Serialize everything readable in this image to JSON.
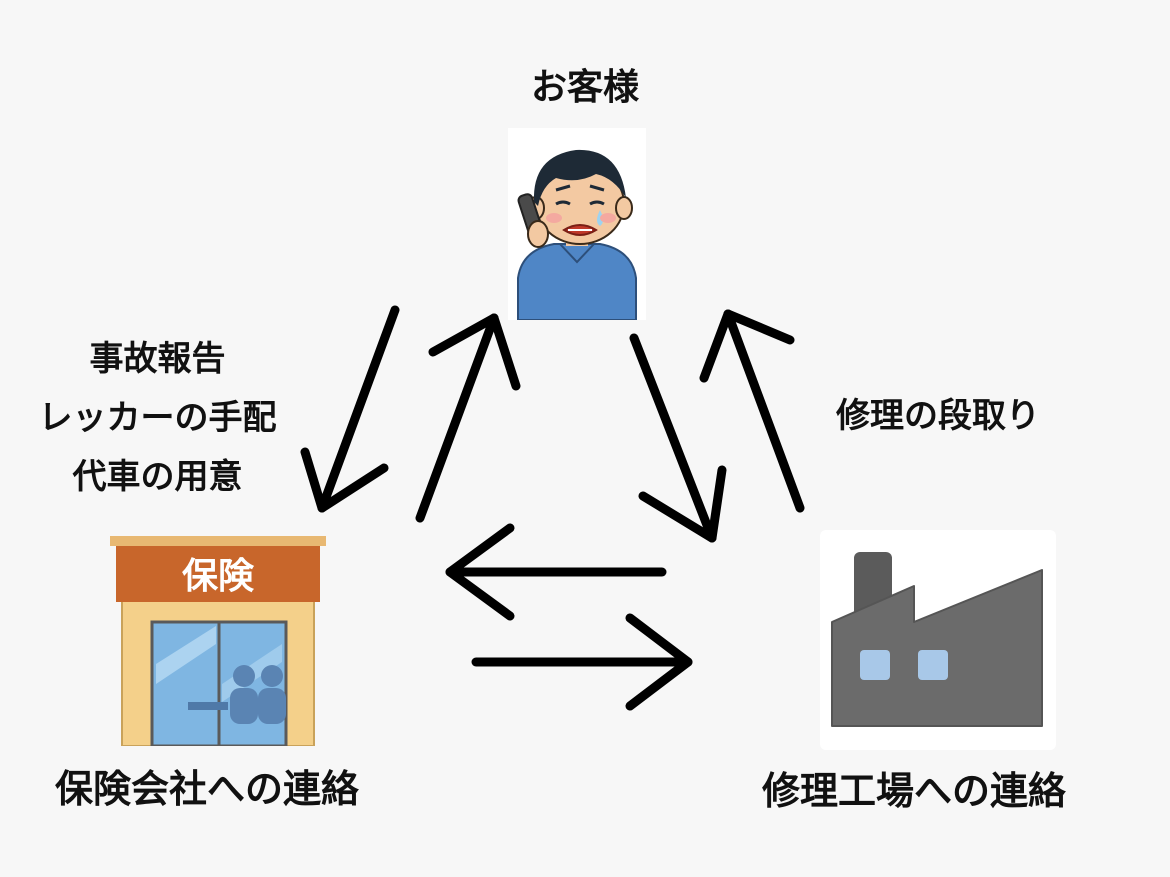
{
  "nodes": {
    "customer": {
      "label": "お客様",
      "icon": "worried-man-on-phone-icon"
    },
    "insurance": {
      "label": "保険会社への連絡",
      "sign": "保険",
      "icon": "insurance-office-icon"
    },
    "factory": {
      "label": "修理工場への連絡",
      "icon": "factory-icon"
    }
  },
  "notes": {
    "left": [
      "事故報告",
      "レッカーの手配",
      "代車の用意"
    ],
    "right": "修理の段取り"
  },
  "colors": {
    "arrow": "#000000",
    "sign": "#c8662b",
    "shirt": "#4f86c6",
    "factory": "#6b6b6b",
    "window": "#a8c8e8"
  }
}
